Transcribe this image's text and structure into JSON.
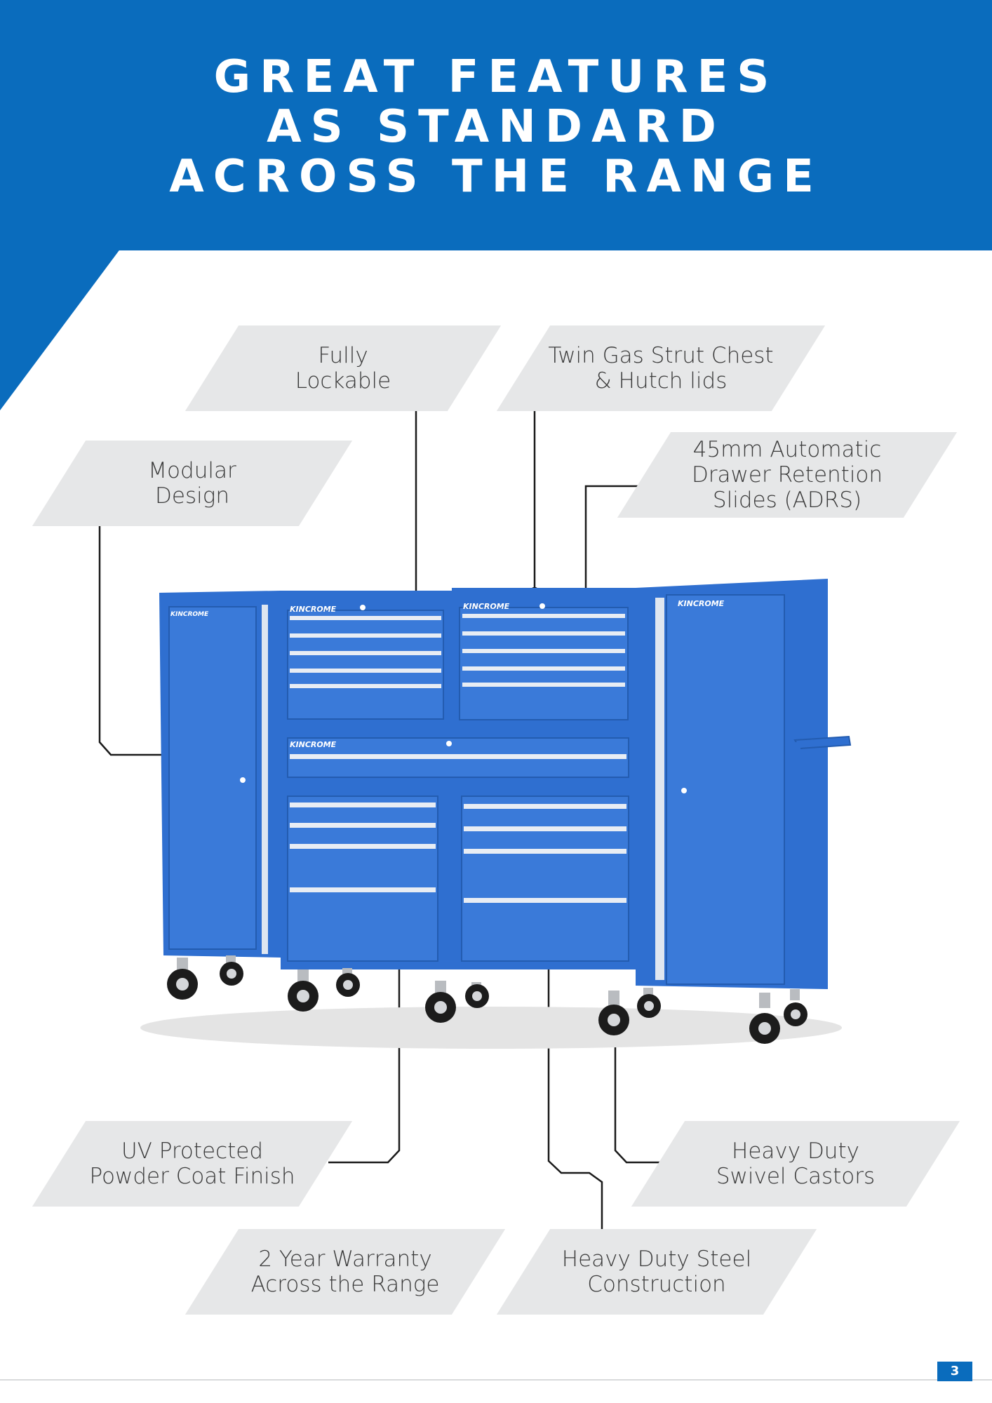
{
  "header": {
    "title_lines": [
      "GREAT FEATURES",
      "AS STANDARD",
      "ACROSS THE RANGE"
    ]
  },
  "callouts": {
    "fully_lockable": [
      "Fully",
      "Lockable"
    ],
    "twin_gas_strut": [
      "Twin Gas Strut Chest",
      "& Hutch lids"
    ],
    "modular_design": [
      "Modular",
      "Design"
    ],
    "drawer_retention": [
      "45mm Automatic",
      "Drawer Retention",
      "Slides (ADRS)"
    ],
    "uv_protected": [
      "UV Protected",
      "Powder Coat Finish"
    ],
    "swivel_castors": [
      "Heavy Duty",
      "Swivel Castors"
    ],
    "warranty": [
      "2 Year Warranty",
      "Across the Range"
    ],
    "steel_construction": [
      "Heavy Duty Steel",
      "Construction"
    ]
  },
  "product": {
    "brand_badges": [
      "KINCROME",
      "KINCROME",
      "KINCROME",
      "KINCROME",
      "KINCROME"
    ]
  },
  "colors": {
    "brand_blue": "#0a6cbd",
    "cabinet_blue": "#2f6fd0",
    "callout_grey": "#e6e7e8"
  },
  "footer": {
    "page_number": "3"
  }
}
